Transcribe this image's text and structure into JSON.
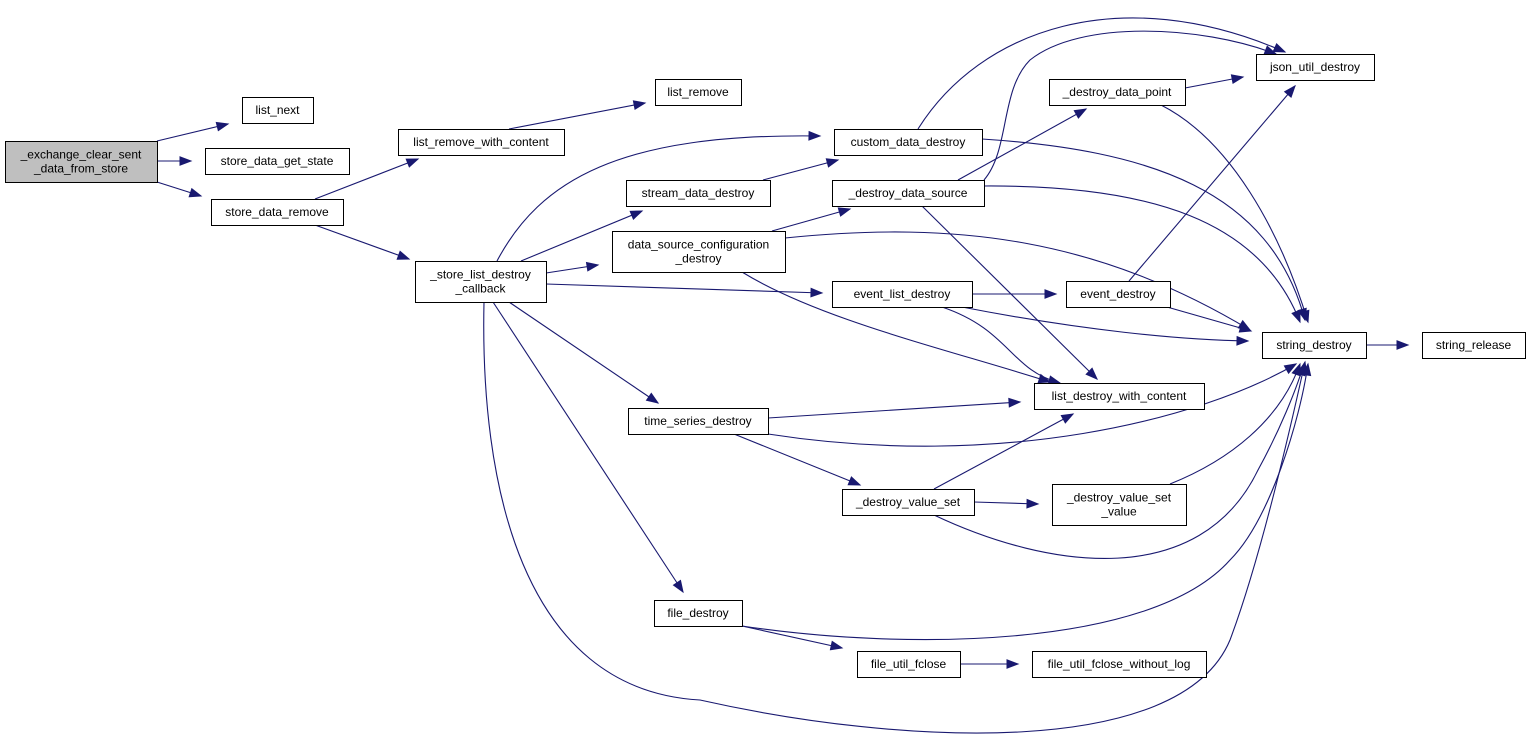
{
  "graph": {
    "colors": {
      "edge": "#191970",
      "node_border": "#000000",
      "node_fill": "#ffffff",
      "root_fill": "#bfbfbf",
      "background": "#ffffff"
    },
    "nodes": [
      {
        "id": "exchange_clear",
        "lines": [
          "_exchange_clear_sent",
          "_data_from_store"
        ],
        "root": true
      },
      {
        "id": "list_next",
        "lines": [
          "list_next"
        ]
      },
      {
        "id": "store_data_get_state",
        "lines": [
          "store_data_get_state"
        ]
      },
      {
        "id": "store_data_remove",
        "lines": [
          "store_data_remove"
        ]
      },
      {
        "id": "list_remove_with_content",
        "lines": [
          "list_remove_with_content"
        ]
      },
      {
        "id": "list_remove",
        "lines": [
          "list_remove"
        ]
      },
      {
        "id": "store_list_destroy_callback",
        "lines": [
          "_store_list_destroy",
          "_callback"
        ]
      },
      {
        "id": "custom_data_destroy",
        "lines": [
          "custom_data_destroy"
        ]
      },
      {
        "id": "stream_data_destroy",
        "lines": [
          "stream_data_destroy"
        ]
      },
      {
        "id": "data_source_configuration_destroy",
        "lines": [
          "data_source_configuration",
          "_destroy"
        ]
      },
      {
        "id": "destroy_data_source",
        "lines": [
          "_destroy_data_source"
        ]
      },
      {
        "id": "destroy_data_point",
        "lines": [
          "_destroy_data_point"
        ]
      },
      {
        "id": "json_util_destroy",
        "lines": [
          "json_util_destroy"
        ]
      },
      {
        "id": "event_list_destroy",
        "lines": [
          "event_list_destroy"
        ]
      },
      {
        "id": "event_destroy",
        "lines": [
          "event_destroy"
        ]
      },
      {
        "id": "string_destroy",
        "lines": [
          "string_destroy"
        ]
      },
      {
        "id": "string_release",
        "lines": [
          "string_release"
        ]
      },
      {
        "id": "list_destroy_with_content",
        "lines": [
          "list_destroy_with_content"
        ]
      },
      {
        "id": "time_series_destroy",
        "lines": [
          "time_series_destroy"
        ]
      },
      {
        "id": "destroy_value_set",
        "lines": [
          "_destroy_value_set"
        ]
      },
      {
        "id": "destroy_value_set_value",
        "lines": [
          "_destroy_value_set",
          "_value"
        ]
      },
      {
        "id": "file_destroy",
        "lines": [
          "file_destroy"
        ]
      },
      {
        "id": "file_util_fclose",
        "lines": [
          "file_util_fclose"
        ]
      },
      {
        "id": "file_util_fclose_without_log",
        "lines": [
          "file_util_fclose_without_log"
        ]
      }
    ],
    "edges": [
      {
        "from": "exchange_clear",
        "to": "list_next"
      },
      {
        "from": "exchange_clear",
        "to": "store_data_get_state"
      },
      {
        "from": "exchange_clear",
        "to": "store_data_remove"
      },
      {
        "from": "store_data_remove",
        "to": "list_remove_with_content"
      },
      {
        "from": "store_data_remove",
        "to": "store_list_destroy_callback"
      },
      {
        "from": "list_remove_with_content",
        "to": "list_remove"
      },
      {
        "from": "store_list_destroy_callback",
        "to": "custom_data_destroy"
      },
      {
        "from": "store_list_destroy_callback",
        "to": "stream_data_destroy"
      },
      {
        "from": "store_list_destroy_callback",
        "to": "data_source_configuration_destroy"
      },
      {
        "from": "store_list_destroy_callback",
        "to": "event_list_destroy"
      },
      {
        "from": "store_list_destroy_callback",
        "to": "time_series_destroy"
      },
      {
        "from": "store_list_destroy_callback",
        "to": "file_destroy"
      },
      {
        "from": "store_list_destroy_callback",
        "to": "string_destroy"
      },
      {
        "from": "stream_data_destroy",
        "to": "custom_data_destroy"
      },
      {
        "from": "data_source_configuration_destroy",
        "to": "destroy_data_source"
      },
      {
        "from": "data_source_configuration_destroy",
        "to": "string_destroy"
      },
      {
        "from": "data_source_configuration_destroy",
        "to": "list_destroy_with_content"
      },
      {
        "from": "custom_data_destroy",
        "to": "json_util_destroy"
      },
      {
        "from": "custom_data_destroy",
        "to": "string_destroy"
      },
      {
        "from": "destroy_data_source",
        "to": "destroy_data_point"
      },
      {
        "from": "destroy_data_source",
        "to": "json_util_destroy"
      },
      {
        "from": "destroy_data_source",
        "to": "string_destroy"
      },
      {
        "from": "destroy_data_source",
        "to": "list_destroy_with_content"
      },
      {
        "from": "destroy_data_point",
        "to": "json_util_destroy"
      },
      {
        "from": "destroy_data_point",
        "to": "string_destroy"
      },
      {
        "from": "event_list_destroy",
        "to": "event_destroy"
      },
      {
        "from": "event_list_destroy",
        "to": "string_destroy"
      },
      {
        "from": "event_list_destroy",
        "to": "list_destroy_with_content"
      },
      {
        "from": "event_destroy",
        "to": "json_util_destroy"
      },
      {
        "from": "event_destroy",
        "to": "string_destroy"
      },
      {
        "from": "string_destroy",
        "to": "string_release"
      },
      {
        "from": "time_series_destroy",
        "to": "list_destroy_with_content"
      },
      {
        "from": "time_series_destroy",
        "to": "string_destroy"
      },
      {
        "from": "time_series_destroy",
        "to": "destroy_value_set"
      },
      {
        "from": "destroy_value_set",
        "to": "list_destroy_with_content"
      },
      {
        "from": "destroy_value_set",
        "to": "destroy_value_set_value"
      },
      {
        "from": "destroy_value_set",
        "to": "string_destroy"
      },
      {
        "from": "destroy_value_set_value",
        "to": "string_destroy"
      },
      {
        "from": "file_destroy",
        "to": "file_util_fclose"
      },
      {
        "from": "file_destroy",
        "to": "string_destroy"
      },
      {
        "from": "file_util_fclose",
        "to": "file_util_fclose_without_log"
      }
    ]
  }
}
